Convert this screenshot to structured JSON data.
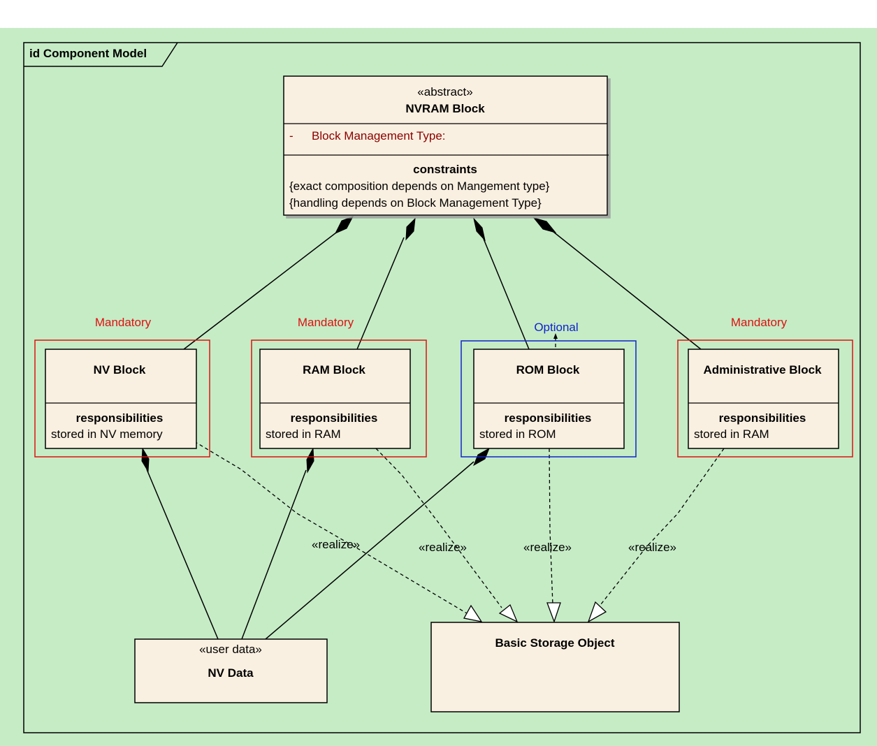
{
  "frame": {
    "title": "id Component Model"
  },
  "nvram": {
    "stereotype": "«abstract»",
    "name": "NVRAM Block",
    "attribute_visibility": "-",
    "attribute": "Block Management Type:",
    "constraints_title": "constraints",
    "constraint_1": "{exact composition depends on Mangement type}",
    "constraint_2": "{handling depends on Block Management Type}"
  },
  "blocks": [
    {
      "name": "NV Block",
      "resp_title": "responsibilities",
      "resp": "stored in NV memory",
      "tag": "Mandatory"
    },
    {
      "name": "RAM Block",
      "resp_title": "responsibilities",
      "resp": "stored in RAM",
      "tag": "Mandatory"
    },
    {
      "name": "ROM Block",
      "resp_title": "responsibilities",
      "resp": "stored in ROM",
      "tag": "Optional"
    },
    {
      "name": "Administrative Block",
      "resp_title": "responsibilities",
      "resp": "stored in RAM",
      "tag": "Mandatory"
    }
  ],
  "nv_data": {
    "stereotype": "«user data»",
    "name": "NV Data"
  },
  "storage": {
    "name": "Basic Storage Object"
  },
  "realize_label": "«realize»",
  "colors": {
    "background": "#c6ecc6",
    "box_fill": "#faf0e1",
    "mandatory": "#dd1111",
    "optional": "#1122cc",
    "attribute": "#8b0000"
  }
}
